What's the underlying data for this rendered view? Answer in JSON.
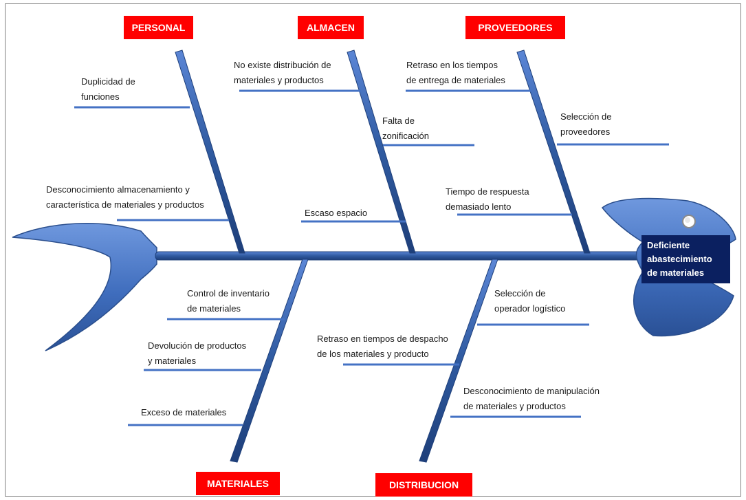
{
  "effect": {
    "text": "Deficiente\nabastecimiento\nde materiales"
  },
  "categories": {
    "personal": "PERSONAL",
    "almacen": "ALMACEN",
    "proveedores": "PROVEEDORES",
    "materiales": "MATERIALES",
    "distribucion": "DISTRIBUCION"
  },
  "causes": {
    "personal": [
      "Duplicidad de\nfunciones",
      "Desconocimiento almacenamiento y\ncaracterística de materiales y productos"
    ],
    "almacen": [
      "No existe distribución de\nmateriales y productos",
      "Falta de\nzonificación",
      "Escaso espacio"
    ],
    "proveedores": [
      "Retraso en los tiempos\nde entrega de materiales",
      "Selección de\nproveedores",
      "Tiempo de respuesta\ndemasiado lento"
    ],
    "materiales": [
      "Control de inventario\nde materiales",
      "Devolución de productos\ny materiales",
      "Exceso de materiales"
    ],
    "distribucion": [
      "Selección de\noperador logístico",
      "Retraso en tiempos de despacho\nde los materiales y producto",
      "Desconocimiento de manipulación\nde materiales y productos"
    ]
  },
  "colors": {
    "bone": "#2f5aa0",
    "fish_body": "#4a79c9",
    "category_bg": "#ff0000",
    "effect_bg": "#0b2060",
    "cause_line": "#4472c4"
  }
}
